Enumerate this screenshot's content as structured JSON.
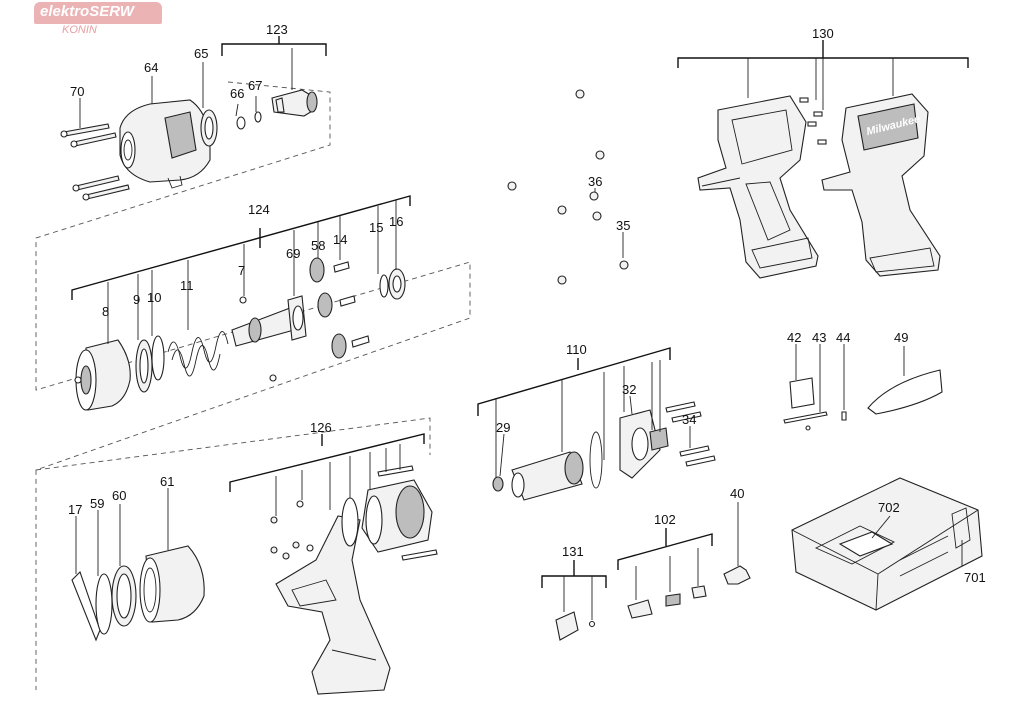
{
  "watermark": {
    "brand": "elektroSERW",
    "city": "KONIN",
    "color": "#c8262c"
  },
  "diagram": {
    "kind": "exploded parts diagram",
    "labels": {
      "p123": "123",
      "p130": "130",
      "p64": "64",
      "p65": "65",
      "p66": "66",
      "p67": "67",
      "p70": "70",
      "p124": "124",
      "p7": "7",
      "p8": "8",
      "p9": "9",
      "p10": "10",
      "p11": "11",
      "p69": "69",
      "p58": "58",
      "p14": "14",
      "p15": "15",
      "p16": "16",
      "p36": "36",
      "p35": "35",
      "p42": "42",
      "p43": "43",
      "p44": "44",
      "p49": "49",
      "p110": "110",
      "p29": "29",
      "p32": "32",
      "p34": "34",
      "p126": "126",
      "p17": "17",
      "p59": "59",
      "p60": "60",
      "p61": "61",
      "p40": "40",
      "p102": "102",
      "p131": "131",
      "p702": "702",
      "p701": "701"
    },
    "housing_logo": "Milwaukee"
  }
}
